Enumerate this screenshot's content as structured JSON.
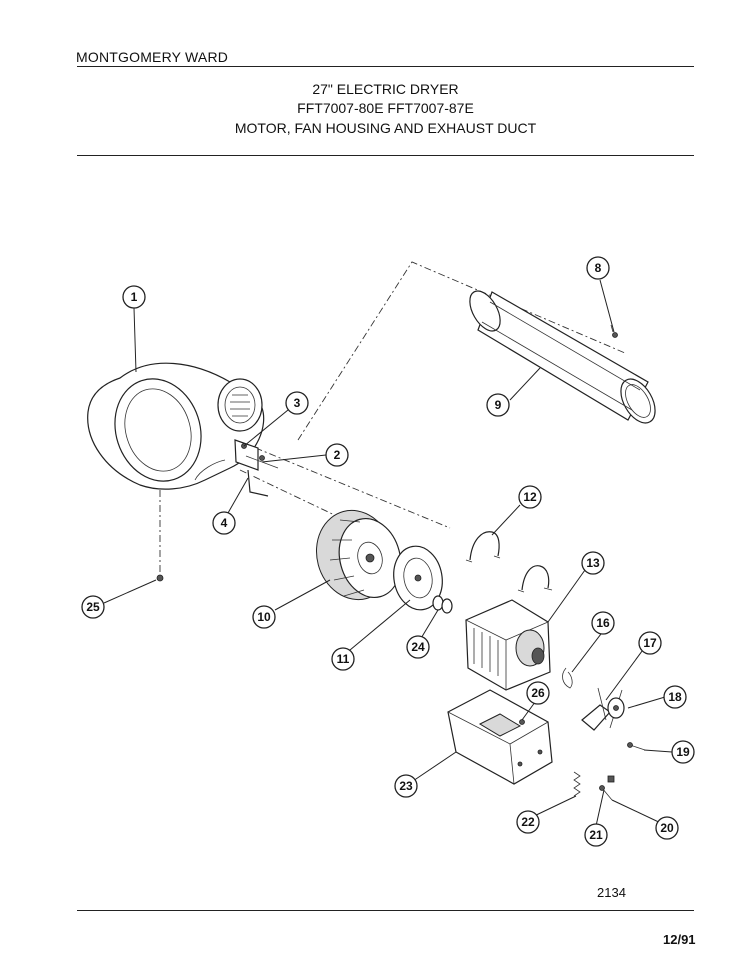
{
  "header": {
    "brand": "MONTGOMERY WARD",
    "title_line1": "27\" ELECTRIC DRYER",
    "title_line2": "FFT7007-80E  FFT7007-87E",
    "title_line3": "MOTOR, FAN HOUSING AND EXHAUST DUCT"
  },
  "callouts": [
    "1",
    "2",
    "3",
    "4",
    "8",
    "9",
    "10",
    "11",
    "12",
    "13",
    "16",
    "17",
    "18",
    "19",
    "20",
    "21",
    "22",
    "23",
    "24",
    "25",
    "26"
  ],
  "footer": {
    "drawing_number": "2134",
    "date": "12/91"
  }
}
